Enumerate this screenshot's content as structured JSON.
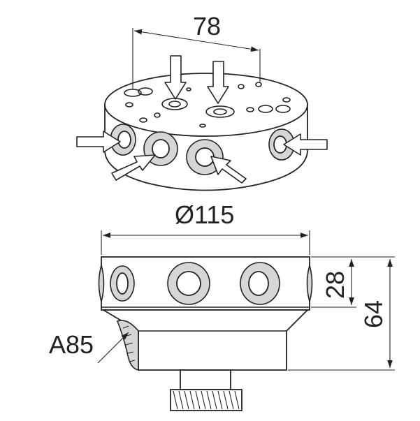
{
  "dimensions": {
    "width_top": "78",
    "diameter": "Ø115",
    "height_ring": "28",
    "height_total": "64",
    "angle_label": "A85"
  }
}
